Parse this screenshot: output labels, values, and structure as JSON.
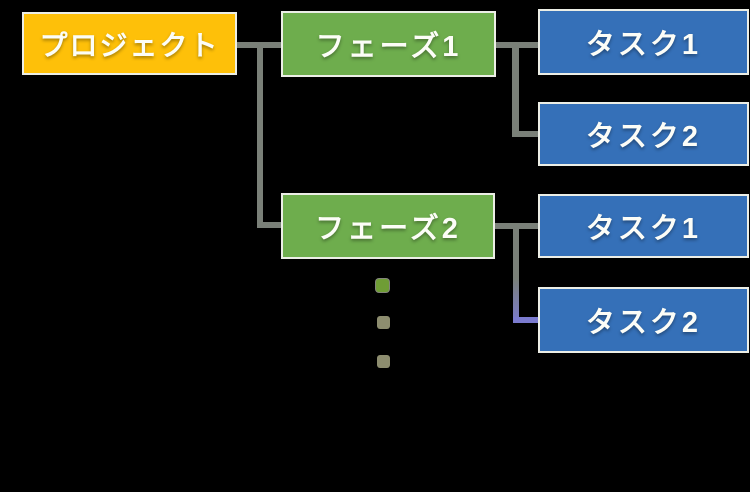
{
  "diagram": {
    "type": "wbs-tree",
    "background_color": "#000000",
    "nodes": {
      "project": {
        "label": "プロジェクト",
        "fill": "#fec009",
        "border": "#eceee6",
        "text_color": "#ffffff"
      },
      "phase1": {
        "label": "フェーズ1",
        "fill": "#6ead4d",
        "border": "#eceee6",
        "text_color": "#ffffff"
      },
      "phase2": {
        "label": "フェーズ2",
        "fill": "#6ead4d",
        "border": "#eceee6",
        "text_color": "#ffffff"
      },
      "group1_task1": {
        "label": "タスク1",
        "fill": "#3570b8",
        "border": "#eceee6",
        "text_color": "#ffffff"
      },
      "group1_task2": {
        "label": "タスク2",
        "fill": "#3570b8",
        "border": "#eceee6",
        "text_color": "#ffffff"
      },
      "group2_task1": {
        "label": "タスク1",
        "fill": "#3570b8",
        "border": "#eceee6",
        "text_color": "#ffffff"
      },
      "group2_task2": {
        "label": "タスク2",
        "fill": "#3570b8",
        "border": "#eceee6",
        "text_color": "#ffffff"
      }
    },
    "edges": [
      {
        "from": "project",
        "to": "phase1"
      },
      {
        "from": "project",
        "to": "phase2"
      },
      {
        "from": "phase1",
        "to": "group1_task1"
      },
      {
        "from": "phase1",
        "to": "group1_task2"
      },
      {
        "from": "phase2",
        "to": "group2_task1"
      },
      {
        "from": "phase2",
        "to": "group2_task2"
      }
    ],
    "connector_color": "#7a8078",
    "connector_accent_color": "#7b7bcf",
    "more_phases_ellipsis": {
      "dot_count": 3,
      "dot_colors": [
        "#6f9d35",
        "#8d8d6f",
        "#8d8d6f"
      ]
    }
  }
}
